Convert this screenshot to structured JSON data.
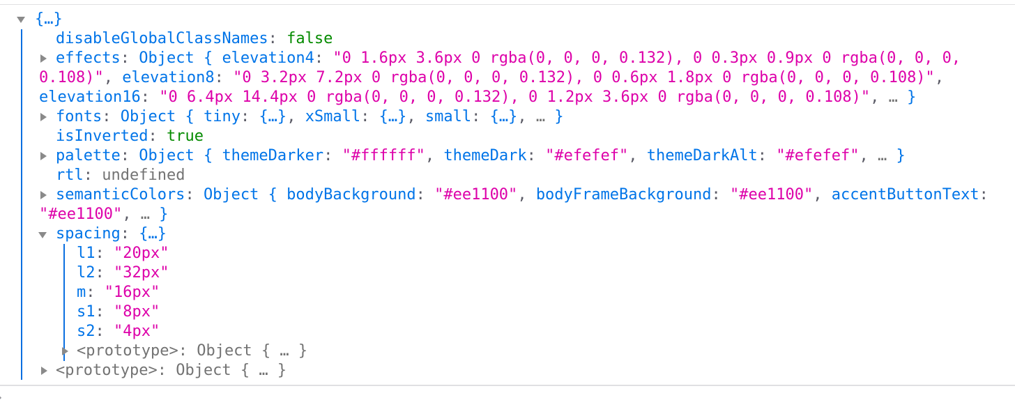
{
  "root": {
    "label": "{…}"
  },
  "disableGlobalClassNames": {
    "key": "disableGlobalClassNames",
    "value": "false"
  },
  "effects": {
    "key": "effects",
    "type": "Object {",
    "entries": [
      {
        "key": "elevation4",
        "value": "\"0 1.6px 3.6px 0 rgba(0, 0, 0, 0.132), 0 0.3px 0.9px 0 rgba(0, 0, 0, 0.108)\""
      },
      {
        "key": "elevation8",
        "value": "\"0 3.2px 7.2px 0 rgba(0, 0, 0, 0.132), 0 0.6px 1.8px 0 rgba(0, 0, 0, 0.108)\""
      },
      {
        "key": "elevation16",
        "value": "\"0 6.4px 14.4px 0 rgba(0, 0, 0, 0.132), 0 1.2px 3.6px 0 rgba(0, 0, 0, 0.108)\""
      }
    ],
    "more": "…",
    "close": "}"
  },
  "fonts": {
    "key": "fonts",
    "type": "Object {",
    "entries": [
      {
        "key": "tiny",
        "value": "{…}"
      },
      {
        "key": "xSmall",
        "value": "{…}"
      },
      {
        "key": "small",
        "value": "{…}"
      }
    ],
    "more": "…",
    "close": "}"
  },
  "isInverted": {
    "key": "isInverted",
    "value": "true"
  },
  "palette": {
    "key": "palette",
    "type": "Object {",
    "entries": [
      {
        "key": "themeDarker",
        "value": "\"#ffffff\""
      },
      {
        "key": "themeDark",
        "value": "\"#efefef\""
      },
      {
        "key": "themeDarkAlt",
        "value": "\"#efefef\""
      }
    ],
    "more": "…",
    "close": "}"
  },
  "rtl": {
    "key": "rtl",
    "value": "undefined"
  },
  "semanticColors": {
    "key": "semanticColors",
    "type": "Object {",
    "entries": [
      {
        "key": "bodyBackground",
        "value": "\"#ee1100\""
      },
      {
        "key": "bodyFrameBackground",
        "value": "\"#ee1100\""
      },
      {
        "key": "accentButtonText",
        "value": "\"#ee1100\""
      }
    ],
    "more": "…",
    "close": "}"
  },
  "spacing": {
    "key": "spacing",
    "label": "{…}",
    "entries": [
      {
        "key": "l1",
        "value": "\"20px\""
      },
      {
        "key": "l2",
        "value": "\"32px\""
      },
      {
        "key": "m",
        "value": "\"16px\""
      },
      {
        "key": "s1",
        "value": "\"8px\""
      },
      {
        "key": "s2",
        "value": "\"4px\""
      }
    ],
    "prototype": "<prototype>",
    "prototype_value": "Object { … }"
  },
  "prototype": {
    "key": "<prototype>",
    "value": "Object { … }"
  },
  "colors": {
    "key": "#0074e8",
    "string": "#dd00a9",
    "boolean": "#058b00",
    "muted": "#737373",
    "guide": "#0a6fe0"
  }
}
